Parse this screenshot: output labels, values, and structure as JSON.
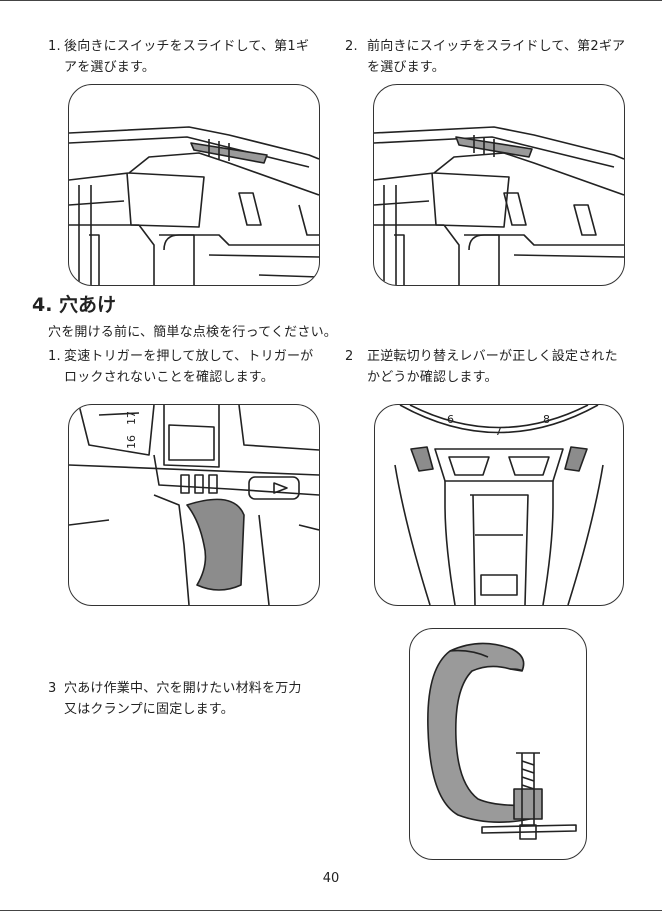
{
  "steps_top": [
    {
      "number": "1.",
      "line1": "後向きにスイッチをスライドして、第1ギ",
      "line2": "アを選びます。"
    },
    {
      "number": "2.",
      "line1": "前向きにスイッチをスライドして、第2ギア",
      "line2": "を選びます。"
    }
  ],
  "section": {
    "title": "4. 穴あけ",
    "intro": "穴を開ける前に、簡単な点検を行ってください。"
  },
  "steps_drill": [
    {
      "number": "1.",
      "line1": "変速トリガーを押して放して、トリガーが",
      "line2": "ロックされないことを確認します。"
    },
    {
      "number": "2",
      "line1": "正逆転切り替えレバーが正しく設定された",
      "line2": "かどうか確認します。"
    },
    {
      "number": "3",
      "line1": "穴あけ作業中、穴を開けたい材料を万力",
      "line2": "又はクランプに固定します。"
    }
  ],
  "illustration_labels": {
    "dial_numbers": [
      "17",
      "16"
    ],
    "clutch_numbers": [
      "6",
      "7",
      "8"
    ]
  },
  "page_number": "40",
  "colors": {
    "line": "#222222",
    "trigger_fill": "#8c8c8c",
    "clamp_fill": "#9a9a9a"
  }
}
